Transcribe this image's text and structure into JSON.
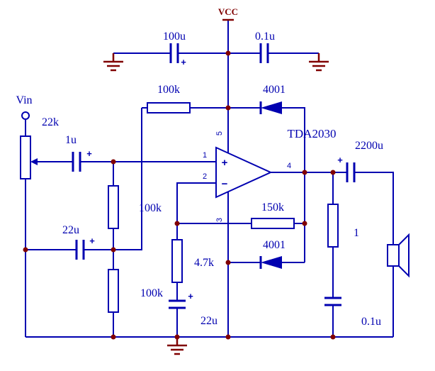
{
  "schematic": {
    "colors": {
      "wire": "#0000B0",
      "accent": "#800000",
      "background": "#FFFFFF"
    },
    "power": {
      "vcc": "VCC"
    },
    "components": {
      "c_bulk": "100u",
      "c_bypass": "0.1u",
      "r_bias_top": "100k",
      "d_top": "4001",
      "ic": "TDA2030",
      "vin": "Vin",
      "pot": "22k",
      "c_in": "1u",
      "r_bias_mid": "100k",
      "c_bias": "22u",
      "r_bias_bot": "100k",
      "r_fb": "150k",
      "r_fb_gnd": "4.7k",
      "d_bot": "4001",
      "c_fb": "22u",
      "c_out": "2200u",
      "r_zobel": "1",
      "c_zobel": "0.1u"
    },
    "pins": {
      "p1": "1",
      "p2": "2",
      "p3": "3",
      "p4": "4",
      "p5": "5"
    },
    "symbols": {
      "plus": "+",
      "minus": "−"
    }
  }
}
